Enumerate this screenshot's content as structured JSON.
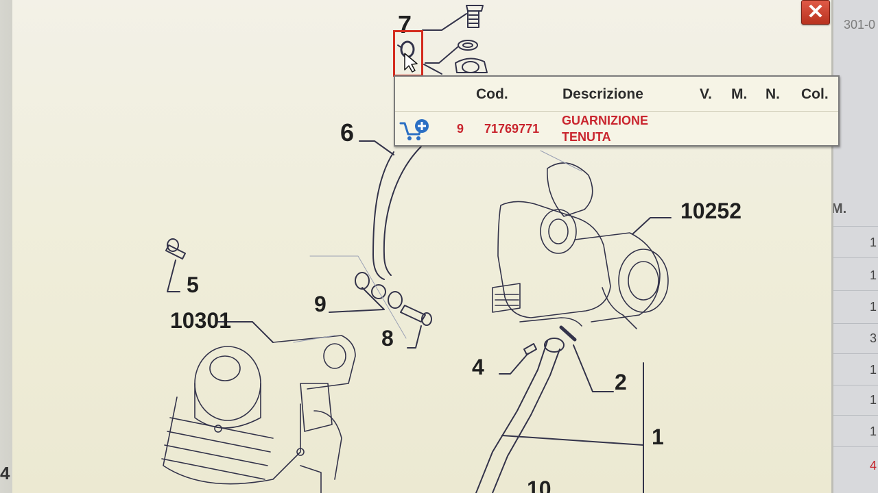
{
  "window": {
    "close_label": "✕"
  },
  "background": {
    "left_partial": "4",
    "right_partial": {
      "top_code": "301-0",
      "header_fragment": "M.",
      "column_values": [
        "1",
        "1",
        "1",
        "3",
        "1",
        "1",
        "1",
        "4"
      ]
    }
  },
  "diagram": {
    "callouts": {
      "c7": "7",
      "c6": "6",
      "c5": "5",
      "c9": "9",
      "c8": "8",
      "c4": "4",
      "c2": "2",
      "c1": "1",
      "c10": "10",
      "g10301": "10301",
      "g10252": "10252"
    }
  },
  "popup": {
    "headers": {
      "cod": "Cod.",
      "descrizione": "Descrizione",
      "v": "V.",
      "m": "M.",
      "n": "N.",
      "col": "Col."
    },
    "rows": [
      {
        "icon": "add-to-cart-icon",
        "ref": "9",
        "code": "71769771",
        "description_line1": "GUARNIZIONE",
        "description_line2": "TENUTA"
      }
    ]
  },
  "colors": {
    "highlight": "#d42b1e",
    "row_text": "#c9252e",
    "close_button": "#c8412e",
    "cart_icon": "#2b6fc4"
  }
}
